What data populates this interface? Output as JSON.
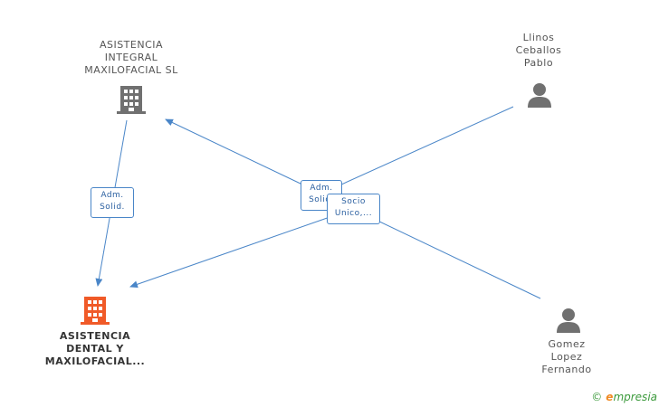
{
  "nodes": {
    "integral": {
      "lines": [
        "ASISTENCIA",
        "INTEGRAL",
        "MAXILOFACIAL SL"
      ]
    },
    "dental": {
      "lines": [
        "ASISTENCIA",
        "DENTAL Y",
        "MAXILOFACIAL..."
      ]
    },
    "llinos": {
      "lines": [
        "Llinos",
        "Ceballos",
        "Pablo"
      ]
    },
    "gomez": {
      "lines": [
        "Gomez",
        "Lopez",
        "Fernando"
      ]
    }
  },
  "edges": {
    "integral_dental": {
      "lines": [
        "Adm.",
        "Solid."
      ]
    },
    "llinos_adm": {
      "lines": [
        "Adm.",
        "Solid."
      ]
    },
    "gomez_socio": {
      "lines": [
        "Socio",
        "Unico,..."
      ]
    }
  },
  "colors": {
    "edge": "#4a86c8",
    "company": "#707070",
    "focus_company": "#f05a28",
    "person": "#707070"
  },
  "icons": {
    "company": "building-icon",
    "person": "person-icon"
  },
  "footer": {
    "copyright": "©",
    "brand_e": "e",
    "brand_rest": "mpresia"
  }
}
